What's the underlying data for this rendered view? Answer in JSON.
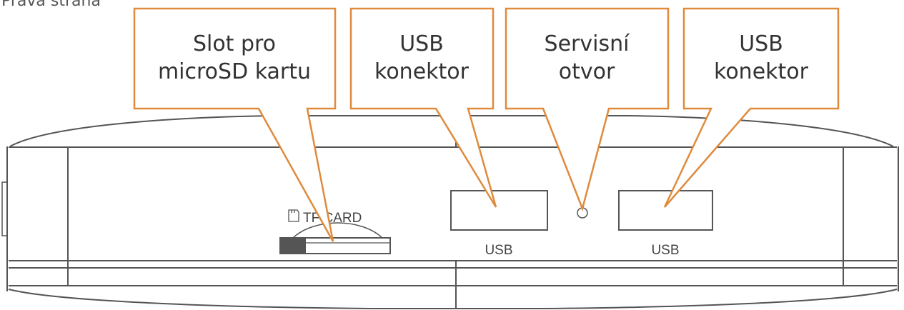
{
  "heading": "Pravá strana",
  "colors": {
    "callout_border": "#e08a3c",
    "device_line": "#555555",
    "text": "#333333"
  },
  "callouts": [
    {
      "id": "microsd-slot",
      "line1": "Slot pro",
      "line2": "microSD kartu"
    },
    {
      "id": "usb-1",
      "line1": "USB",
      "line2": "konektor"
    },
    {
      "id": "service-hole",
      "line1": "Servisní",
      "line2": "otvor"
    },
    {
      "id": "usb-2",
      "line1": "USB",
      "line2": "konektor"
    }
  ],
  "device_labels": {
    "tf_card": "TF CARD",
    "usb_left": "USB",
    "usb_right": "USB"
  },
  "icons": {
    "sd_card": "microsd-card-icon"
  }
}
